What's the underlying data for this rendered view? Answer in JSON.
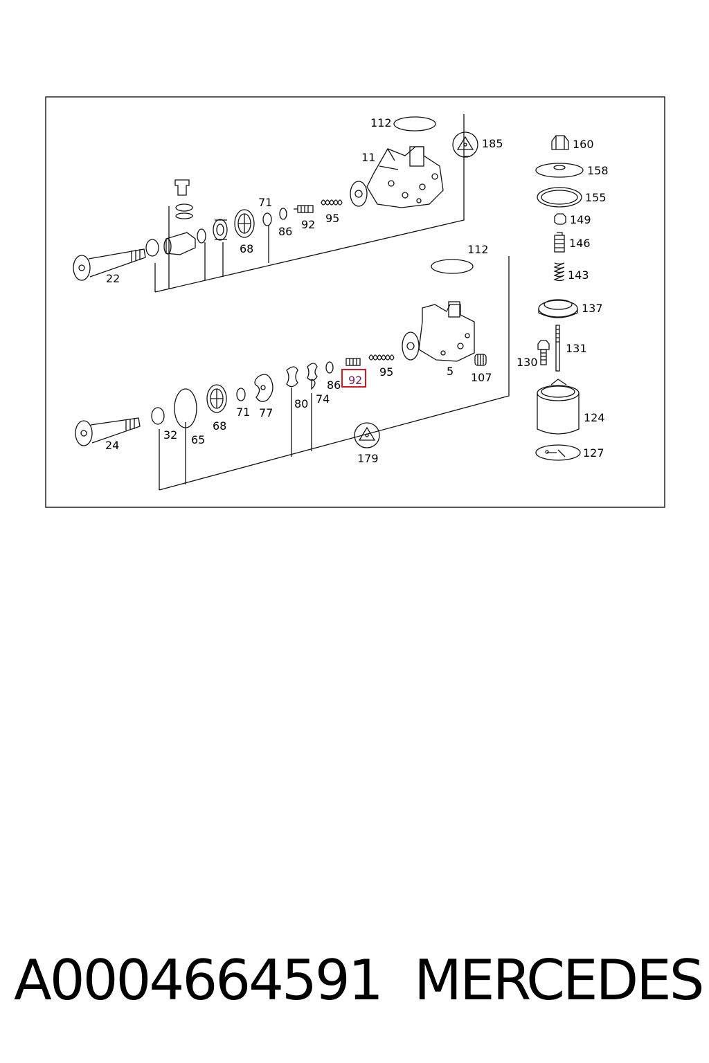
{
  "callouts": {
    "c112a": "112",
    "c185": "185",
    "c11": "11",
    "c71a": "71",
    "c86a": "86",
    "c92a": "92",
    "c95a": "95",
    "c68a": "68",
    "c22": "22",
    "c112b": "112",
    "c5": "5",
    "c107": "107",
    "c95b": "95",
    "c92b": "92",
    "c86b": "86",
    "c74": "74",
    "c80": "80",
    "c77": "77",
    "c71b": "71",
    "c68b": "68",
    "c65": "65",
    "c32": "32",
    "c24": "24",
    "c179": "179",
    "c160": "160",
    "c158": "158",
    "c155": "155",
    "c149": "149",
    "c146": "146",
    "c143": "143",
    "c137": "137",
    "c131": "131",
    "c130": "130",
    "c124": "124",
    "c127": "127"
  },
  "highlighted_callout": "92",
  "highlight_color": "#e0141e",
  "footer": {
    "part_number": "A0004664591",
    "brand": "MERCEDES"
  }
}
